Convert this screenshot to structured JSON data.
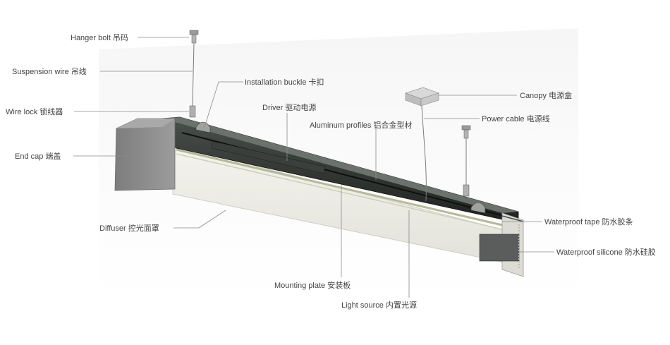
{
  "labels": {
    "hanger_bolt": "Hanger bolt 吊码",
    "suspension_wire": "Suspension wire 吊线",
    "wire_lock": "Wire lock 锁线器",
    "end_cap": "End cap 端盖",
    "diffuser": "Diffuser 控光面罩",
    "installation_buckle": "Installation buckle 卡扣",
    "driver": "Driver 驱动电源",
    "aluminum_profiles": "Aluminum profiles 铝合金型材",
    "canopy": "Canopy 电源盒",
    "power_cable": "Power cable 电源线",
    "waterproof_tape": "Waterproof tape 防水胶条",
    "waterproof_silicone": "Waterproof silicone 防水硅胶",
    "mounting_plate": "Mounting plate 安装板",
    "light_source": "Light source 内置光源"
  },
  "colors": {
    "background": "#ffffff",
    "aluminum_dark": "#2b2f2c",
    "end_cap": "#8c8c8c",
    "diffuser": "#eeeee6",
    "label_text": "#444444",
    "leader_line": "#8a8a8a"
  }
}
